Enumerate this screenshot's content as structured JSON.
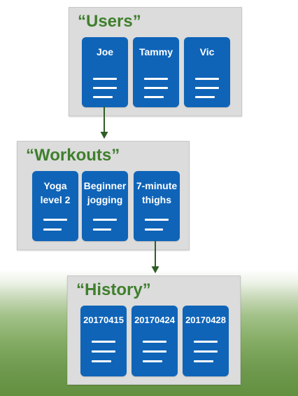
{
  "groups": [
    {
      "title": "“Users”",
      "cards": [
        {
          "label": "Joe"
        },
        {
          "label": "Tammy"
        },
        {
          "label": "Vic"
        }
      ]
    },
    {
      "title": "“Workouts”",
      "cards": [
        {
          "label": "Yoga\nlevel 2"
        },
        {
          "label": "Beginner\njogging"
        },
        {
          "label": "7-minute\nthighs"
        }
      ]
    },
    {
      "title": "“History”",
      "cards": [
        {
          "label": "20170415"
        },
        {
          "label": "20170424"
        },
        {
          "label": "20170428"
        }
      ]
    }
  ],
  "colors": {
    "card_blue": "#0f64b8",
    "title_green": "#3f7f2d",
    "panel_gray": "#dcdcdc",
    "arrow_green": "#2f5e24"
  }
}
